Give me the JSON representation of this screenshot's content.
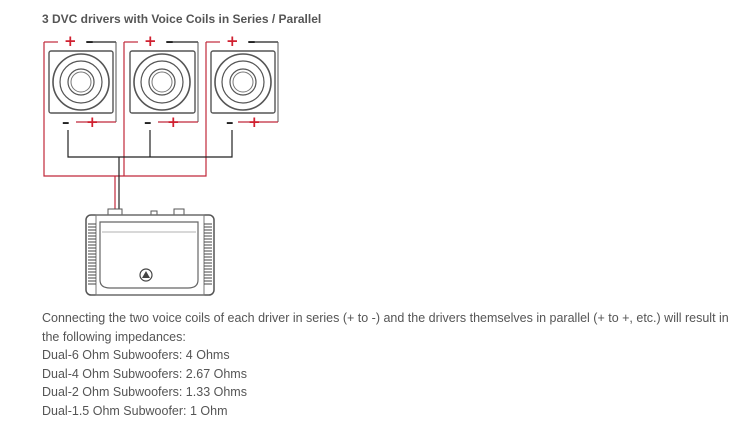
{
  "title": "3 DVC drivers with Voice Coils in Series / Parallel",
  "description": {
    "intro": "Connecting the two voice coils of each driver in series (+ to -) and the drivers themselves in parallel (+ to +, etc.) will result in the following impedances:",
    "lines": [
      "Dual-6 Ohm Subwoofers: 4 Ohms",
      "Dual-4 Ohm Subwoofers: 2.67 Ohms",
      "Dual-2 Ohm Subwoofers: 1.33 Ohms",
      "Dual-1.5 Ohm Subwoofer: 1 Ohm"
    ]
  },
  "terminals": {
    "plus": "+",
    "minus": "–"
  },
  "colors": {
    "positive_wire": "#c0283a",
    "negative_wire": "#222222",
    "outline": "#555555"
  },
  "icons": [
    "subwoofer-driver-icon",
    "amplifier-icon",
    "amplifier-logo-icon"
  ]
}
